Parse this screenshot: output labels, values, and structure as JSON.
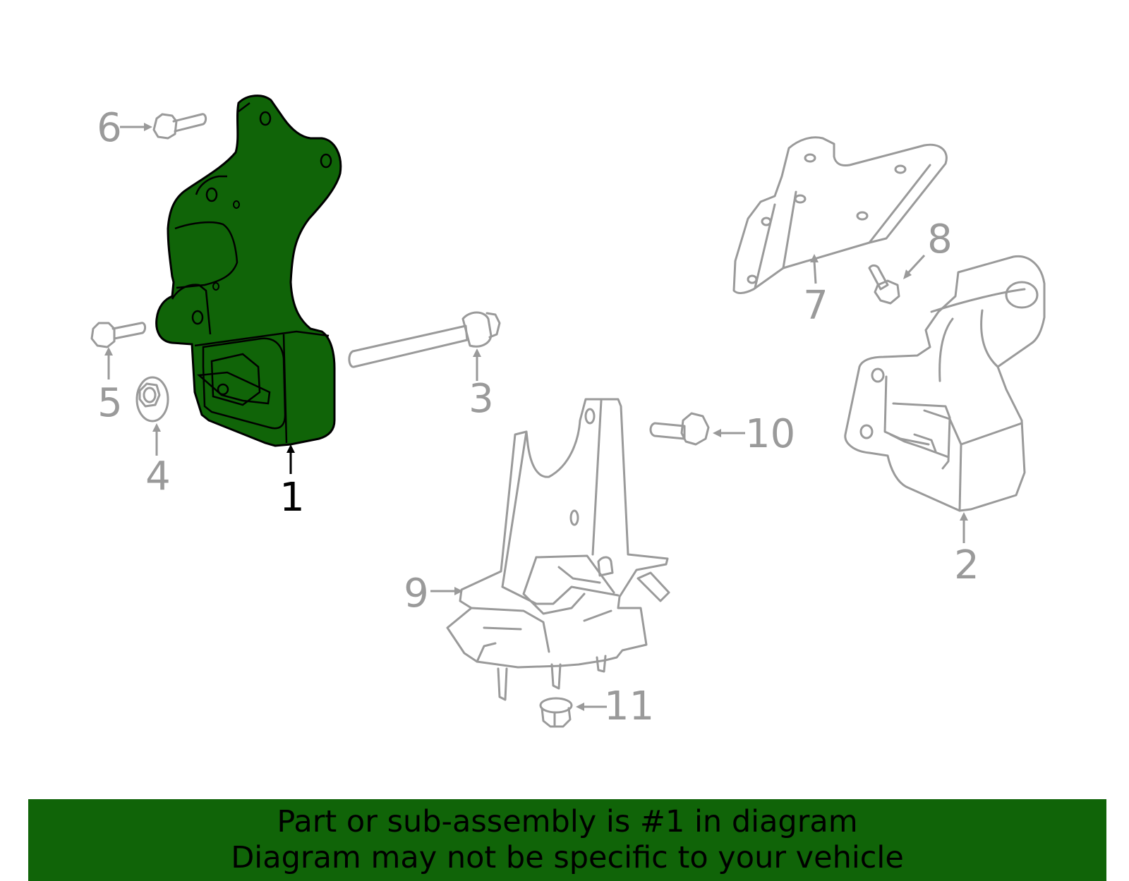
{
  "colors": {
    "highlight_fill": "#106408",
    "highlight_stroke": "#000000",
    "part_stroke": "#9a9a9a",
    "label_gray": "#9a9a9a",
    "label_highlight": "#000000",
    "banner_bg": "#106408",
    "banner_text": "#000000"
  },
  "callouts": {
    "c1": "1",
    "c2": "2",
    "c3": "3",
    "c4": "4",
    "c5": "5",
    "c6": "6",
    "c7": "7",
    "c8": "8",
    "c9": "9",
    "c10": "10",
    "c11": "11"
  },
  "banner": {
    "line1": "Part or sub-assembly is #1 in diagram",
    "line2": "Diagram may not be specific to your vehicle"
  }
}
